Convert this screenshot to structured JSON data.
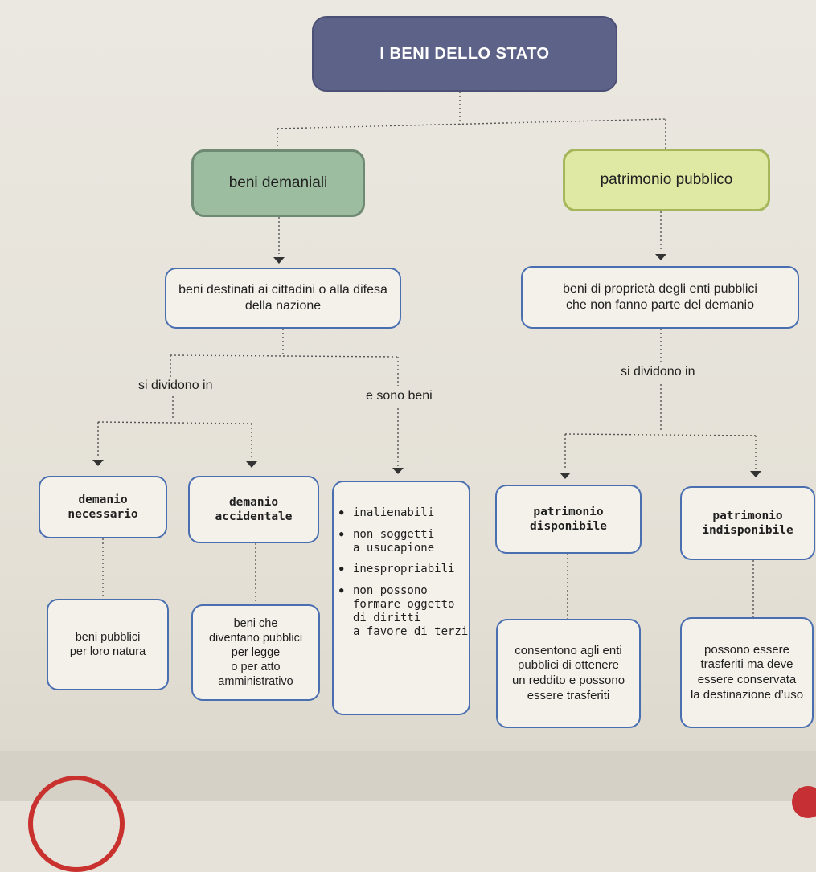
{
  "title": "I BENI DELLO STATO",
  "level1": {
    "left": "beni demaniali",
    "right": "patrimonio pubblico"
  },
  "level2": {
    "left_line1": "beni destinati ai cittadini o alla difesa",
    "left_line2": "della nazione",
    "right_line1": "beni di proprietà degli enti pubblici",
    "right_line2": "che non fanno parte del demanio"
  },
  "connectors": {
    "left_divide": "si dividono in",
    "left_are": "e sono beni",
    "right_divide": "si dividono in"
  },
  "level3": {
    "demanio_necessario": [
      "demanio",
      "necessario"
    ],
    "demanio_accidentale": [
      "demanio",
      "accidentale"
    ],
    "patrimonio_disponibile": [
      "patrimonio",
      "disponibile"
    ],
    "patrimonio_indisponibile": [
      "patrimonio",
      "indisponibile"
    ]
  },
  "characteristics": [
    [
      "inalienabili"
    ],
    [
      "non soggetti",
      "a usucapione"
    ],
    [
      "inespropriabili"
    ],
    [
      "non possono",
      "formare oggetto",
      "di diritti",
      "a favore di terzi"
    ]
  ],
  "level4": {
    "necessario": [
      "beni pubblici",
      "per loro natura"
    ],
    "accidentale": [
      "beni che",
      "diventano pubblici",
      "per legge",
      "o per atto",
      "amministrativo"
    ],
    "disponibile": [
      "consentono agli enti",
      "pubblici di ottenere",
      "un reddito e possono",
      "essere trasferiti"
    ],
    "indisponibile": [
      "possono essere",
      "trasferiti ma deve",
      "essere conservata",
      "la destinazione d’uso"
    ]
  },
  "colors": {
    "title_bg": "#5d6288",
    "demaniali_bg": "#9dbda0",
    "patrimonio_bg": "#dfe9a4",
    "outline": "#4a6fb0"
  }
}
